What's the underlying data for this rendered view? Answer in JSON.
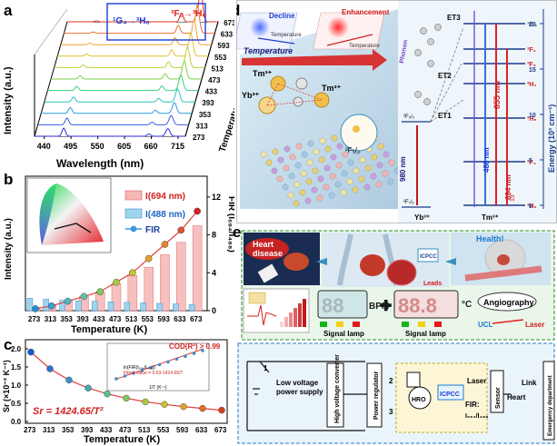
{
  "panels": {
    "a": "a",
    "b": "b",
    "c": "c",
    "d": "d",
    "e": "e"
  },
  "panel_a": {
    "y_label": "Intensity (a.u.)",
    "x_label": "Wavelength (nm)",
    "x_ticks": [
      "440",
      "495",
      "550",
      "605",
      "660",
      "715"
    ],
    "temp_axis_label": "Temperature (K)",
    "temps": [
      "273",
      "313",
      "353",
      "393",
      "433",
      "473",
      "513",
      "553",
      "593",
      "633",
      "673"
    ],
    "annot_left": "¹G₄→³H₆",
    "annot_right": "³F₂→³H₆"
  },
  "panel_b": {
    "y_label": "Intensity (a.u.)",
    "y2_label": "FIR (I₆₉₄/I₄₈₈)",
    "x_label": "Temperature (K)",
    "legend": [
      "I(694 nm)",
      "I(488 nm)",
      "FIR"
    ],
    "y2_ticks": [
      "0",
      "4",
      "8",
      "12"
    ]
  },
  "panel_c": {
    "y_label": "Sr (×10⁻² K⁻¹)",
    "x_label": "Temperature (K)",
    "formula": "Sr = 1424.65/T²",
    "cod": "COD(R²) > 0.99",
    "inset_legend": [
      "ln(FIR(I₆₉₄/I₄₈₈))",
      "Fitted value = 0.63-1424.65/T"
    ],
    "inset_xlabel": "1/T (K⁻¹)",
    "y_ticks": [
      "0.0",
      "0.5",
      "1.0",
      "1.5",
      "2.0"
    ]
  },
  "panel_d": {
    "decline": "Decline",
    "enhancement": "Enhancement",
    "temperature": "Temperature",
    "intensity": "Intensity",
    "phonon": "Phonon",
    "tm": "Tm³⁺",
    "yb": "Yb³⁺",
    "et_labels": [
      "ET1",
      "ET2",
      "ET3"
    ],
    "levels": [
      "¹G₄",
      "³F₂",
      "³F₃",
      "³H₄",
      "³H₅",
      "³F₄",
      "³H₆"
    ],
    "yb_levels": [
      "²F₅/₂",
      "²F₇/₂"
    ],
    "wavelengths": [
      "980 nm",
      "488 nm",
      "655 nm",
      "694 nm",
      "19"
    ],
    "energy_axis": "Energy (10³ cm⁻¹)",
    "energy_ticks": [
      "0",
      "5",
      "10",
      "15",
      "20"
    ]
  },
  "panel_e": {
    "heart_disease": "Heart disease",
    "health": "Health!",
    "icpcc": "ICPCC",
    "leads": "Leads",
    "bpm": "BPM",
    "deg": "°C",
    "bpm_digits": "88",
    "temp_digits": "88.8",
    "signal_lamp": "Signal lamp",
    "angiography": "Angiography",
    "ucl": "UCL",
    "laser": "Laser",
    "circuit": {
      "low_voltage": "Low voltage power supply",
      "hv_converter": "High voltage converter",
      "regulator": "Power regulator",
      "hro": "HRO",
      "icpcc": "ICPCC",
      "laser": "Laser",
      "sensor": "Sensor",
      "fir": "FIR:",
      "fir_ratio": "I₆₉₄/I₄₈₈",
      "heart": "Heart",
      "link": "Link",
      "emergency": "Emergency department",
      "nums": [
        "1",
        "2",
        "3"
      ]
    }
  },
  "chart_data": [
    {
      "type": "line",
      "panel": "a",
      "title": "",
      "xlabel": "Wavelength (nm)",
      "ylabel": "Intensity (a.u.)",
      "x_ticks": [
        440,
        495,
        550,
        605,
        660,
        715
      ],
      "xlim": [
        420,
        730
      ],
      "series_names_by_temperature": [
        273,
        313,
        353,
        393,
        433,
        473,
        513,
        553,
        593,
        633,
        673
      ],
      "peaks_nm": [
        480,
        655,
        694
      ],
      "relative_694_peak": [
        0.25,
        0.3,
        0.35,
        0.42,
        0.5,
        0.58,
        0.66,
        0.74,
        0.82,
        0.9,
        1.0
      ],
      "relative_488_peak": [
        0.5,
        0.42,
        0.36,
        0.3,
        0.25,
        0.2,
        0.16,
        0.13,
        0.1,
        0.08,
        0.06
      ]
    },
    {
      "type": "bar",
      "panel": "b",
      "xlabel": "Temperature (K)",
      "ylabel": "Intensity (a.u.)",
      "y2label": "FIR (I694/I488)",
      "categories": [
        "273",
        "313",
        "353",
        "393",
        "433",
        "473",
        "513",
        "553",
        "593",
        "633",
        "673"
      ],
      "series": [
        {
          "name": "I(694 nm)",
          "values": [
            0.3,
            0.6,
            1.0,
            1.4,
            1.8,
            2.6,
            3.4,
            4.2,
            5.4,
            6.6,
            8.2
          ]
        },
        {
          "name": "I(488 nm)",
          "values": [
            1.2,
            1.1,
            1.0,
            0.95,
            0.9,
            0.85,
            0.8,
            0.75,
            0.7,
            0.65,
            0.6
          ]
        },
        {
          "name": "FIR",
          "values": [
            0.2,
            0.5,
            1.0,
            1.5,
            2.0,
            3.0,
            4.0,
            5.5,
            7.0,
            8.5,
            10.5
          ]
        }
      ],
      "y2lim": [
        0,
        14
      ]
    },
    {
      "type": "scatter",
      "panel": "c",
      "xlabel": "Temperature (K)",
      "ylabel": "Sr (×10⁻² K⁻¹)",
      "categories": [
        "273",
        "313",
        "353",
        "393",
        "433",
        "473",
        "513",
        "553",
        "593",
        "633",
        "673"
      ],
      "values": [
        1.91,
        1.45,
        1.14,
        0.92,
        0.76,
        0.64,
        0.54,
        0.47,
        0.41,
        0.36,
        0.31
      ],
      "ylim": [
        0,
        2.2
      ]
    }
  ]
}
